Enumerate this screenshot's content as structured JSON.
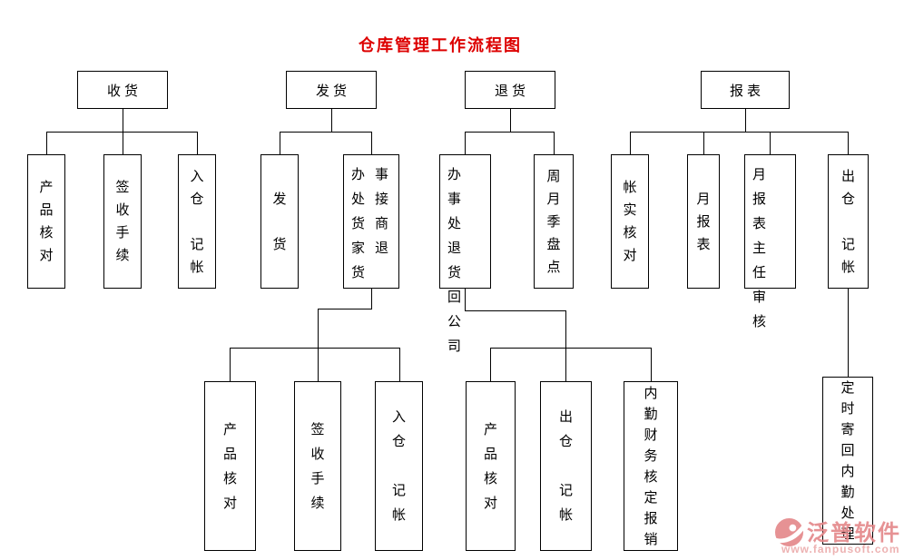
{
  "title": "仓库管理工作流程图",
  "colors": {
    "title": "#dd0000",
    "line": "#000000",
    "box_border": "#000000",
    "watermark_text": "#e4898c",
    "watermark_url": "#ecacac"
  },
  "flowchart": {
    "receiving": {
      "header": "收货",
      "steps": {
        "verify": "产\n品\n核\n对",
        "sign": "签\n收\n手\n续",
        "book": "入\n仓\n\n记\n帐"
      }
    },
    "shipping": {
      "header": "发货",
      "steps": {
        "dispatch": "发\n\n货",
        "office_pickup": "办事\n处接\n货商\n家退\n货"
      },
      "substeps": {
        "verify": "产\n品\n核\n对",
        "sign": "签\n收\n手\n续",
        "book": "入\n仓\n\n记\n帐"
      }
    },
    "returns": {
      "header": "退货",
      "steps": {
        "office_return": "办事\n处退\n货回\n公司",
        "inventory": "周\n月\n季\n盘\n点"
      },
      "substeps": {
        "verify": "产\n品\n核\n对",
        "outbook": "出\n仓\n\n记\n帐",
        "finance": "内\n勤\n财\n务\n核\n定\n报\n销"
      }
    },
    "reports": {
      "header": "报表",
      "steps": {
        "account_check": "帐\n实\n核\n对",
        "monthly": "月\n报\n表",
        "review": "月报\n表主\n任审\n核",
        "outbook": "出\n仓\n\n记\n帐"
      },
      "substeps": {
        "sendback": "定\n时\n寄\n回\n内\n勤\n处\n理"
      }
    }
  },
  "watermark": {
    "brand": "泛普软件",
    "url": "www.fanpusoft.com"
  }
}
